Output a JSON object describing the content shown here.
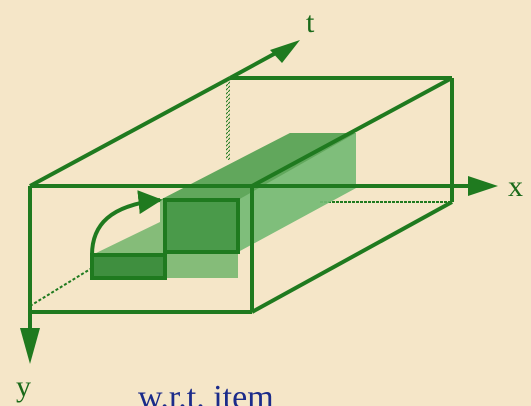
{
  "axes": {
    "t_label": "t",
    "x_label": "x",
    "y_label": "y"
  },
  "caption": "w.r.t. item",
  "colors": {
    "background": "#f5e6c8",
    "line": "#1f7a1f",
    "box_fill": "#4a9a4a",
    "box_fill_light": "#7cbf7c",
    "caption": "#1b2b8a"
  }
}
